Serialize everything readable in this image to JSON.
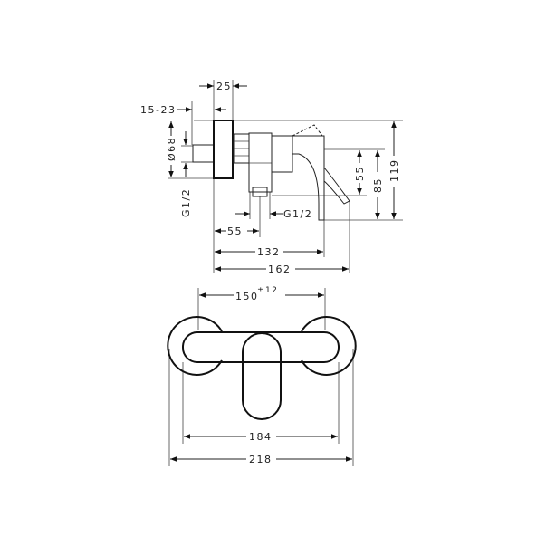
{
  "side_view": {
    "dims": {
      "flange_depth": "25",
      "extension": "15-23",
      "flange_diameter": "Ø68",
      "inlet_thread_left": "G1/2",
      "outlet_thread": "G1/2",
      "outlet_offset": "55",
      "spout_height": "55",
      "spout_outlet_height": "85",
      "total_height": "119",
      "body_depth": "132",
      "total_depth": "162"
    }
  },
  "front_view": {
    "dims": {
      "center_distance": "150",
      "center_distance_tolerance": "±12",
      "body_width": "184",
      "total_width": "218"
    }
  }
}
